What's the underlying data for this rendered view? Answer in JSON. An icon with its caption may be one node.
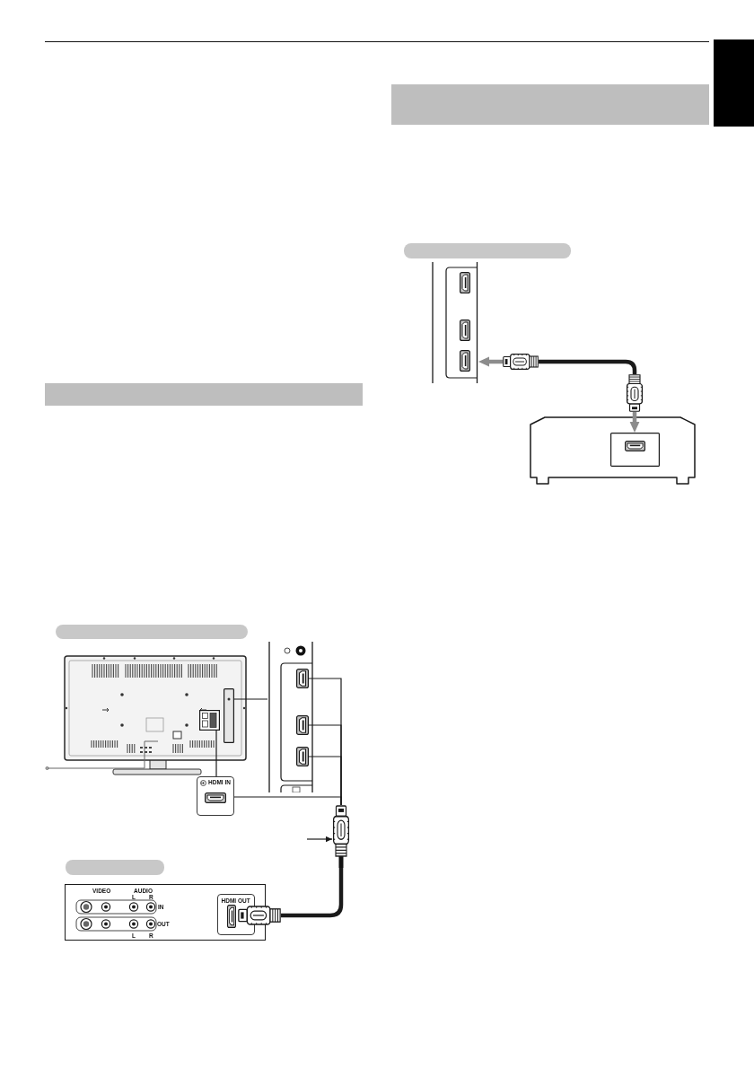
{
  "diagram": {
    "nodes": [
      {
        "text": [],
        "shape": "box"
      },
      {
        "text": [],
        "shape": "bar"
      },
      {
        "text": [],
        "shape": "bar"
      },
      {
        "text": [],
        "shape": "picture"
      },
      {
        "text": [],
        "shape": "box",
        "in": 3
      },
      {
        "text": [],
        "shape": "box",
        "in": 3
      },
      {
        "text": [],
        "shape": "picture"
      },
      {
        "text": [],
        "shape": "box",
        "in": 6
      },
      {
        "text": [],
        "shape": "box",
        "in": 6
      },
      {
        "text": [],
        "shape": "box",
        "in": 6
      },
      {
        "text": [
          "HDMI IN"
        ]
      },
      {
        "text": [],
        "shape": "picture"
      },
      {
        "text": [],
        "shape": "bar"
      },
      {
        "text": [
          "VIDEO",
          "AUDIO",
          "L",
          "R",
          "IN",
          "OUT",
          "L",
          "R"
        ]
      },
      {
        "text": [
          "HDMI OUT"
        ],
        "in": 13
      },
      {
        "text": [],
        "shape": "picture"
      },
      {
        "text": [],
        "shape": "bar"
      },
      {
        "text": [],
        "shape": "bar"
      },
      {
        "text": [],
        "shape": "picture"
      },
      {
        "text": [],
        "shape": "picture"
      },
      {
        "text": [],
        "shape": "picture"
      },
      {
        "text": [],
        "shape": "picture"
      },
      {
        "text": [],
        "shape": "box",
        "in": 21
      }
    ],
    "edges": [
      {
        "from": 4,
        "to": 6,
        "arrow": "none"
      },
      {
        "from": 5,
        "to": 10,
        "arrow": "none"
      },
      {
        "from": 11,
        "to": 7,
        "arrow": "none"
      },
      {
        "from": 11,
        "to": 8,
        "arrow": "none"
      },
      {
        "from": 11,
        "to": 9,
        "arrow": "none"
      },
      {
        "from": 11,
        "to": 10,
        "arrow": "none"
      },
      {
        "from": 15,
        "to": 11,
        "arrow": "none",
        "style": "thick"
      },
      {
        "from": null,
        "to": 11,
        "arrow": "to"
      },
      {
        "from": 19,
        "to": 18,
        "arrow": "to",
        "style": "thick",
        "color": "#8c8c8c"
      },
      {
        "from": 20,
        "to": 19,
        "arrow": "none",
        "style": "thick"
      },
      {
        "from": 20,
        "to": 22,
        "arrow": "to",
        "style": "thick",
        "color": "#8c8c8c"
      }
    ]
  }
}
